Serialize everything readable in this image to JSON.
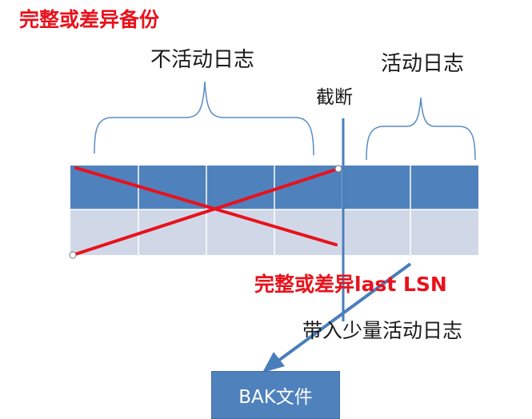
{
  "title": "完整或差异备份",
  "labels": {
    "inactive_log": "不活动日志",
    "active_log": "活动日志",
    "truncate": "截断",
    "last_lsn": "完整或差异last LSN",
    "bring_active_log": "带入少量活动日志",
    "bak_file": "BAK文件"
  },
  "colors": {
    "log_row_dark": "#4f81bd",
    "log_row_light": "#d0d8e8",
    "cross": "#e8121c",
    "arrow": "#4a7ebb",
    "brace": "#5b8cc4",
    "title_red": "#e8121c"
  },
  "log_grid": {
    "rows": 2,
    "columns": 6
  }
}
